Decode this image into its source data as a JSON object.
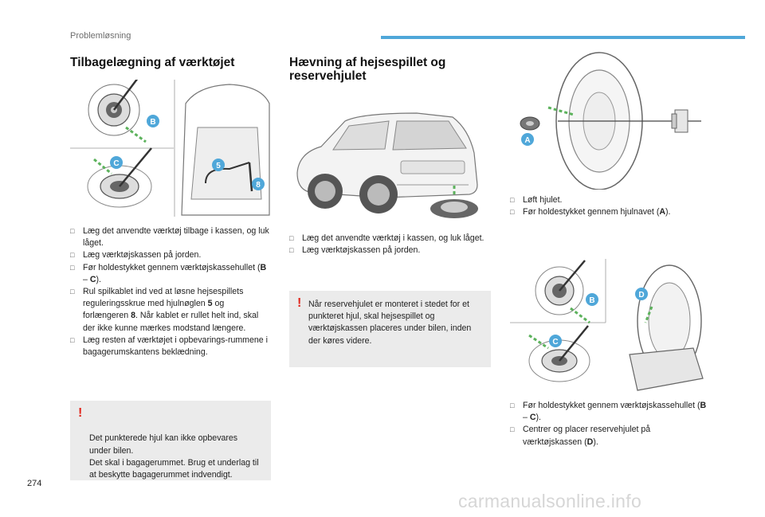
{
  "header": {
    "section_title": "Problemløsning"
  },
  "page_number": "274",
  "watermark": "carmanualsonline.info",
  "colors": {
    "accent": "#4fa7d9",
    "warning": "#e1251b",
    "note_bg": "#ebebeb"
  },
  "left": {
    "title": "Tilbagelægning af værktøjet",
    "figure_labels": {
      "b": "B",
      "c": "C",
      "five": "5",
      "eight": "8"
    },
    "bullets": [
      {
        "pre": "Læg det anvendte værktøj tilbage i kassen, og luk låget."
      },
      {
        "pre": "Læg værktøjskassen på jorden."
      },
      {
        "pre": "Før holdestykket gennem værktøjskassehullet (",
        "b1": "B",
        "mid": " – ",
        "b2": "C",
        "post": ")."
      },
      {
        "pre": "Rul spilkablet ind ved at løsne hejsespillets reguleringsskrue med hjulnøglen ",
        "b1": "5",
        "mid": " og forlængeren ",
        "b2": "8",
        "post": ". Når kablet er rullet helt ind, skal der ikke kunne mærkes modstand længere."
      },
      {
        "pre": "Læg resten af værktøjet i opbevarings-rummene i bagagerumskantens beklædning."
      }
    ],
    "note": "Det punkterede hjul kan ikke opbevares under bilen.\nDet skal i bagagerummet. Brug et underlag til at beskytte bagagerummet indvendigt."
  },
  "middle": {
    "title": "Hævning af hejsespillet og reservehjulet",
    "bullets": [
      {
        "pre": "Læg det anvendte værktøj i kassen, og luk låget."
      },
      {
        "pre": "Læg værktøjskassen på jorden."
      }
    ],
    "note": "Når reservehjulet er monteret i stedet for et punkteret hjul, skal hejsespillet og værktøjskassen placeres under bilen, inden der køres videre."
  },
  "right": {
    "figure_top_labels": {
      "a": "A"
    },
    "bullets_top": [
      {
        "pre": "Løft hjulet."
      },
      {
        "pre": "Før holdestykket gennem hjulnavet (",
        "b1": "A",
        "post": ")."
      }
    ],
    "figure_bottom_labels": {
      "b": "B",
      "c": "C",
      "d": "D"
    },
    "bullets_bottom": [
      {
        "pre": "Før holdestykket gennem værktøjskassehullet (",
        "b1": "B",
        "mid": " – ",
        "b2": "C",
        "post": ")."
      },
      {
        "pre": "Centrer og placer reservehjulet på værktøjskassen (",
        "b1": "D",
        "post": ")."
      }
    ]
  },
  "icons": {
    "bullet": "checkbox-bullet-icon",
    "warning": "exclamation-warning-icon"
  }
}
